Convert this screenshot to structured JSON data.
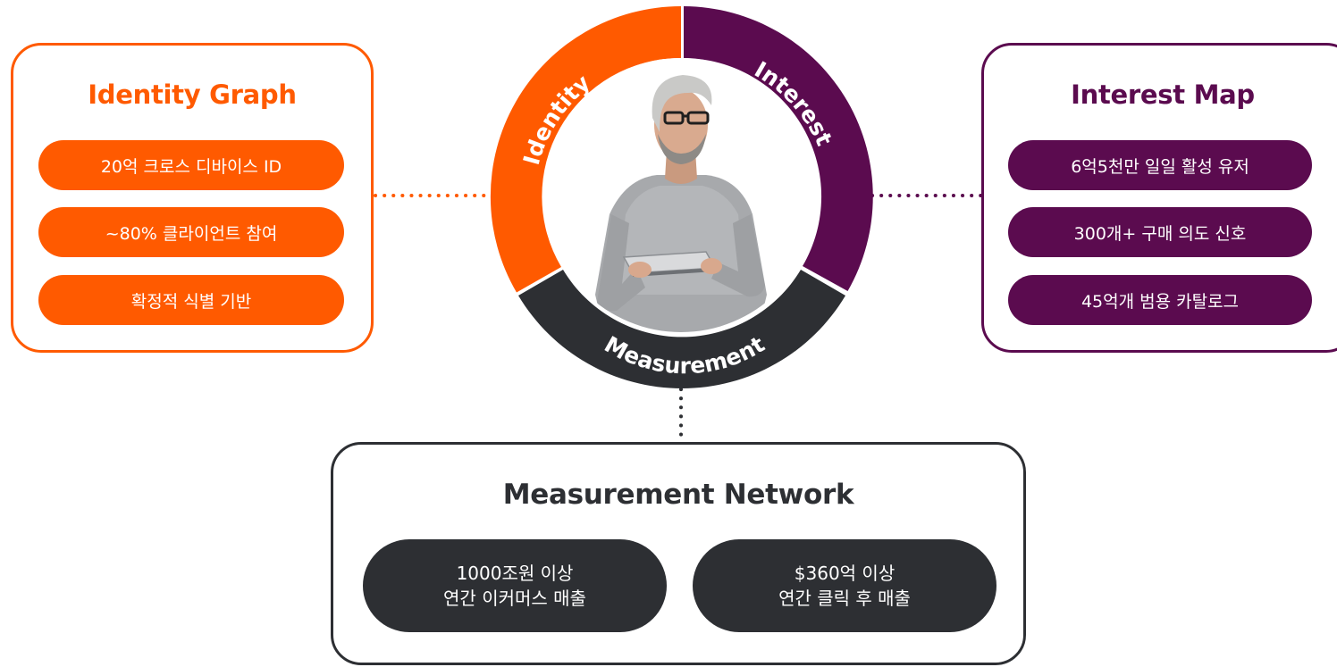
{
  "identity_graph": {
    "title": "Identity Graph",
    "items": [
      "20억 크로스 디바이스 ID",
      "~80% 클라이언트 참여",
      "확정적 식별 기반"
    ]
  },
  "interest_map": {
    "title": "Interest Map",
    "items": [
      "6억5천만 일일 활성 유저",
      "300개+ 구매 의도 신호",
      "45억개 범용 카탈로그"
    ]
  },
  "measurement_network": {
    "title": "Measurement Network",
    "items": [
      {
        "line1": "1000조원 이상",
        "line2": "연간 이커머스 매출"
      },
      {
        "line1": "$360억 이상",
        "line2": "연간 클릭 후 매출"
      }
    ]
  },
  "ring": {
    "segments": [
      {
        "label": "Identity",
        "color": "#ff5a00"
      },
      {
        "label": "Interest",
        "color": "#5b0b4f"
      },
      {
        "label": "Measurement",
        "color": "#2d2f33"
      }
    ]
  },
  "colors": {
    "identity": "#ff5a00",
    "interest": "#5b0b4f",
    "measurement": "#2d2f33"
  },
  "center_image": "person-holding-tablet"
}
